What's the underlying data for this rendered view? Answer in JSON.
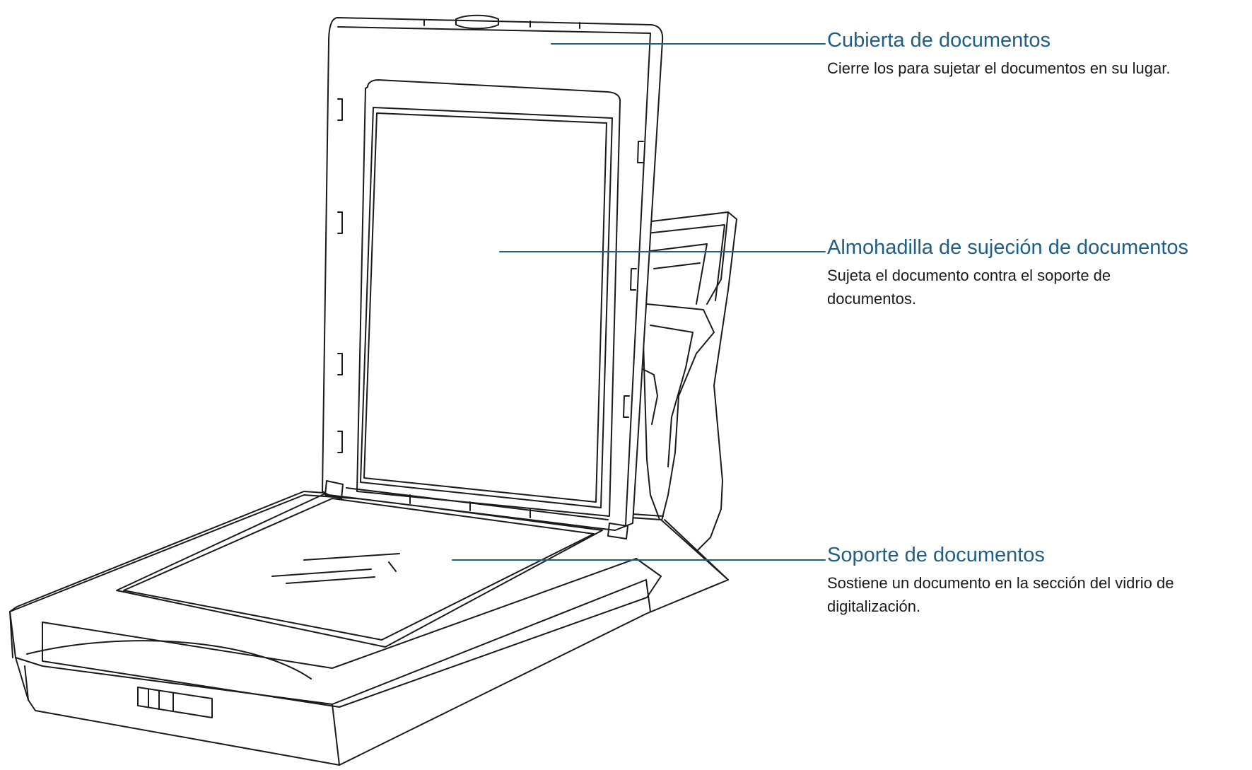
{
  "callouts": {
    "cover": {
      "title": "Cubierta de documentos",
      "description": "Cierre los para sujetar el documentos en su lugar."
    },
    "pad": {
      "title": "Almohadilla de sujeción de documentos",
      "description": "Sujeta el documento contra el soporte de documentos."
    },
    "holder": {
      "title": "Soporte de documentos",
      "description": "Sostiene un documento en la sección del vidrio de digitalización."
    }
  },
  "colors": {
    "title_text": "#1f5f86",
    "leader_line": "#1f5f86",
    "outline": "#1a1a1a",
    "body_text": "#1a1a1a"
  }
}
